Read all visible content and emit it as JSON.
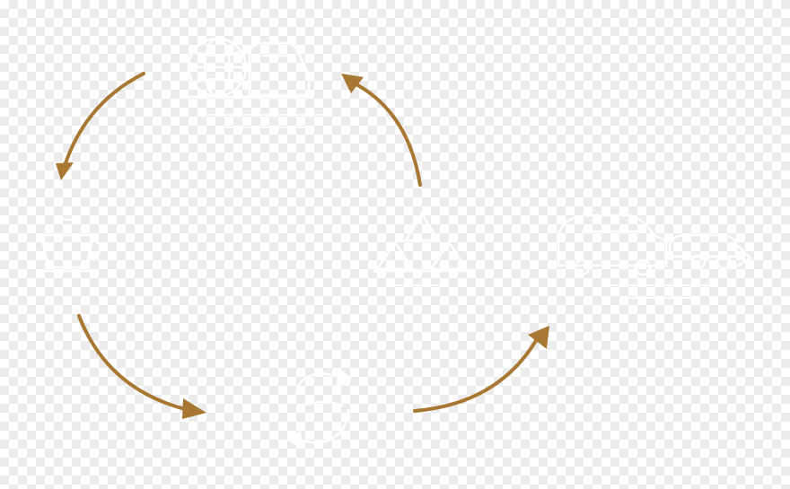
{
  "diagram": {
    "accent_color": "#a87833",
    "icon_color": "#ffffff",
    "background": "transparent-checkerboard",
    "nodes": [
      {
        "id": "top",
        "icon": "globe-truck-icon"
      },
      {
        "id": "left",
        "icon": "cup-icon"
      },
      {
        "id": "center",
        "icon": "stacked-triangles-icon"
      },
      {
        "id": "bottom",
        "icon": "recycle-icon"
      },
      {
        "id": "right",
        "icon": "car-trailer-icon"
      }
    ],
    "arrows": [
      "top-to-left",
      "left-to-bottom",
      "bottom-to-right",
      "center-to-top"
    ]
  }
}
